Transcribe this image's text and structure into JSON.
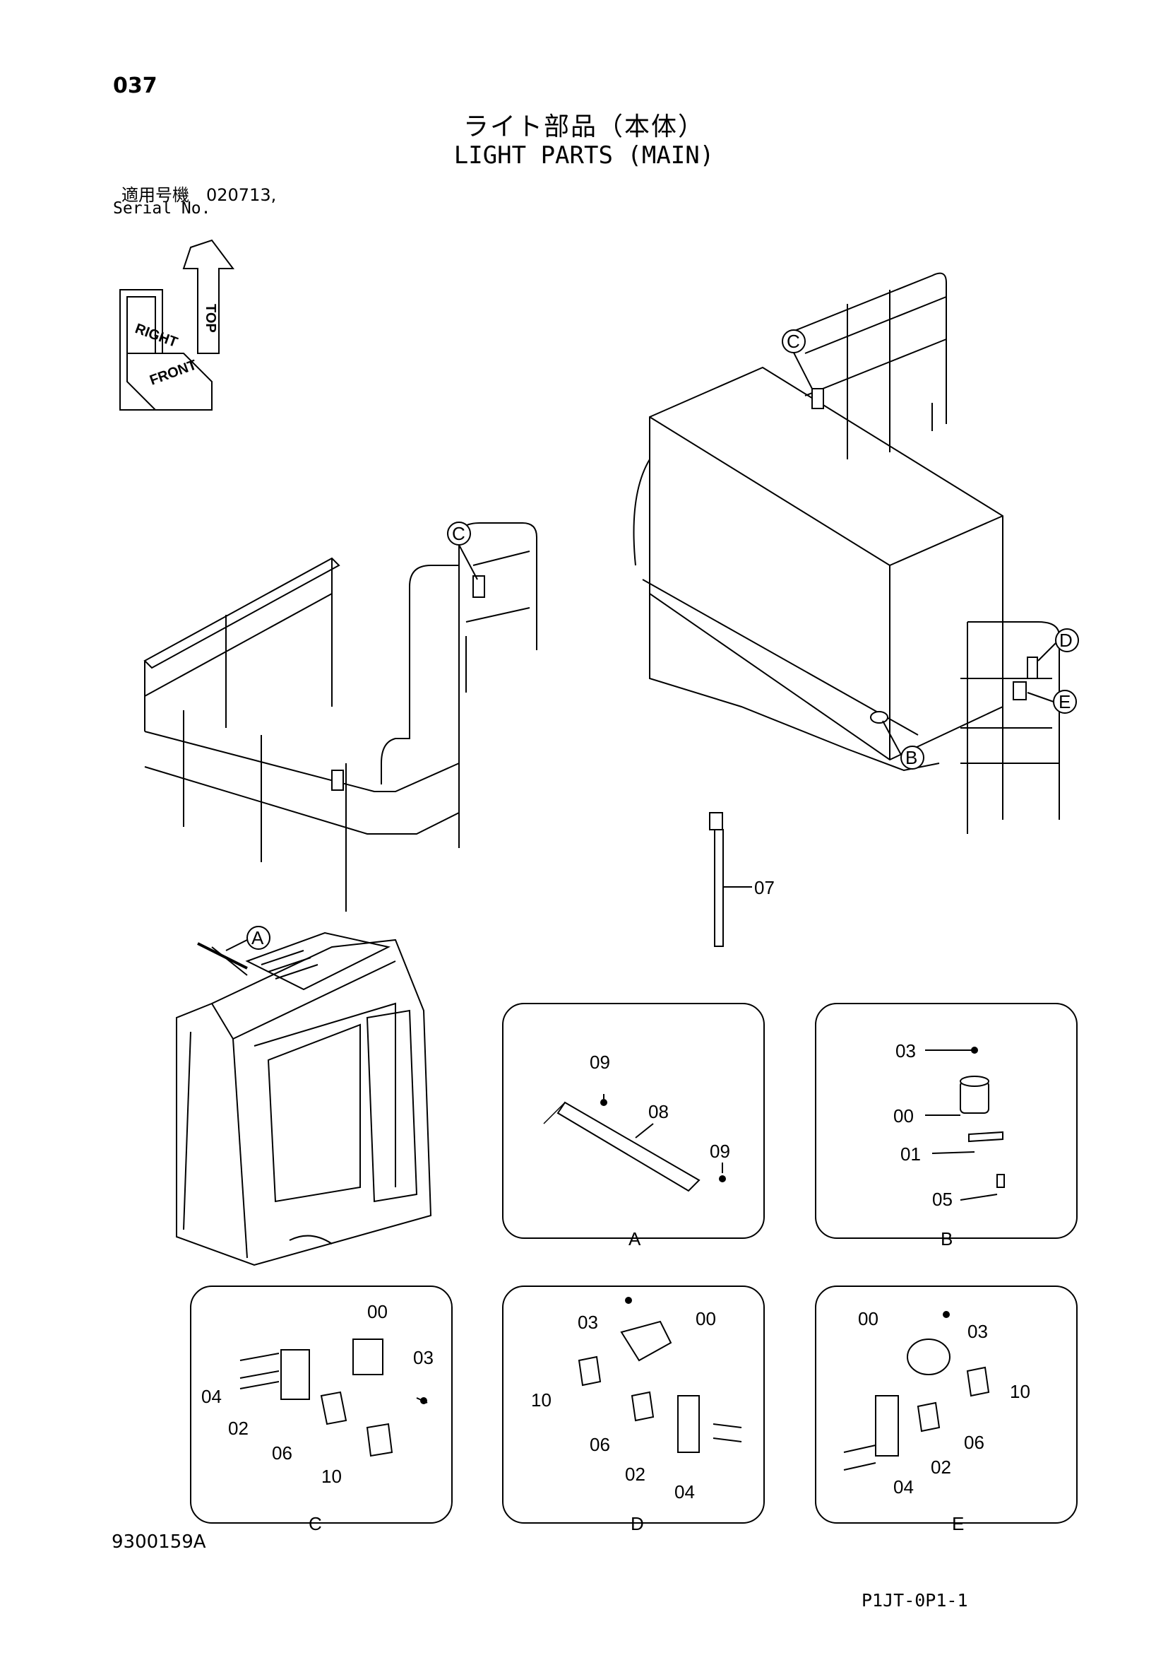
{
  "header": {
    "page_number": "037",
    "title_jp": "ライト部品（本体）",
    "title_en": "LIGHT PARTS (MAIN)",
    "serial_label_jp": "適用号機　020713,",
    "serial_label_en": "Serial No."
  },
  "orientation": {
    "top": "TOP",
    "right": "RIGHT",
    "front": "FRONT"
  },
  "callouts": {
    "a": "A",
    "b": "B",
    "c": "C",
    "d": "D",
    "e": "E"
  },
  "main_labels": {
    "p07": "07"
  },
  "detail_A": {
    "name": "A",
    "labels": [
      "09",
      "08",
      "09"
    ]
  },
  "detail_B": {
    "name": "B",
    "labels": [
      "03",
      "00",
      "01",
      "05"
    ]
  },
  "detail_C": {
    "name": "C",
    "labels": [
      "00",
      "03",
      "04",
      "02",
      "06",
      "10"
    ]
  },
  "detail_D": {
    "name": "D",
    "labels": [
      "03",
      "00",
      "10",
      "06",
      "02",
      "04"
    ]
  },
  "detail_E": {
    "name": "E",
    "labels": [
      "00",
      "03",
      "10",
      "06",
      "02",
      "04"
    ]
  },
  "footer": {
    "doc_code": "9300159A",
    "page_code": "P1JT-0P1-1"
  }
}
